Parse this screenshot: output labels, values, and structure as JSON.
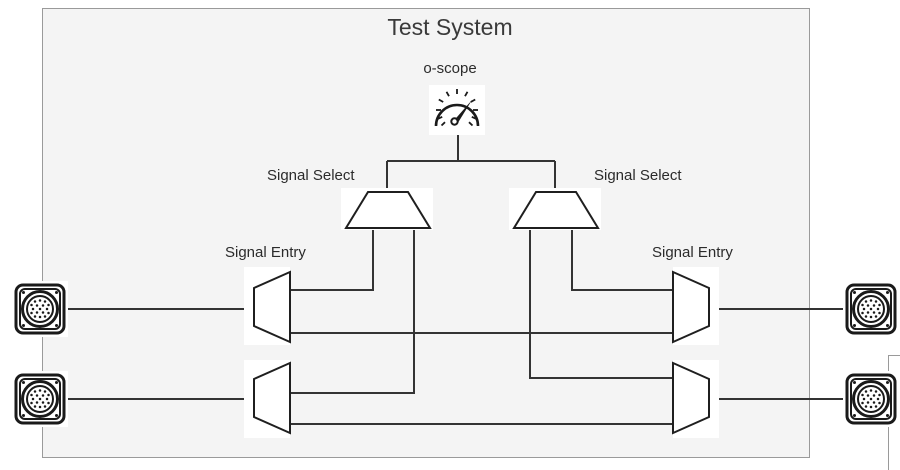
{
  "diagram": {
    "title": "Test System",
    "background_color": "#f4f4f4",
    "panel_border_color": "#9a9a9a",
    "wire_color": "#333333",
    "text_color": "#2b2b2b"
  },
  "instrument": {
    "label": "o-scope",
    "icon": "gauge-icon"
  },
  "signal_select": {
    "left_label": "Signal Select",
    "right_label": "Signal Select",
    "icon": "trapezoid-mux-icon"
  },
  "signal_entry": {
    "left_label": "Signal Entry",
    "right_label": "Signal Entry",
    "icon": "mux-icon"
  },
  "connectors": {
    "icon": "circular-multipin-connector-icon",
    "items": [
      {
        "name": "connector-left-top"
      },
      {
        "name": "connector-left-bottom"
      },
      {
        "name": "connector-right-top"
      },
      {
        "name": "connector-right-bottom"
      }
    ]
  },
  "side_panel": {
    "name": "adjacent-panel-edge"
  }
}
